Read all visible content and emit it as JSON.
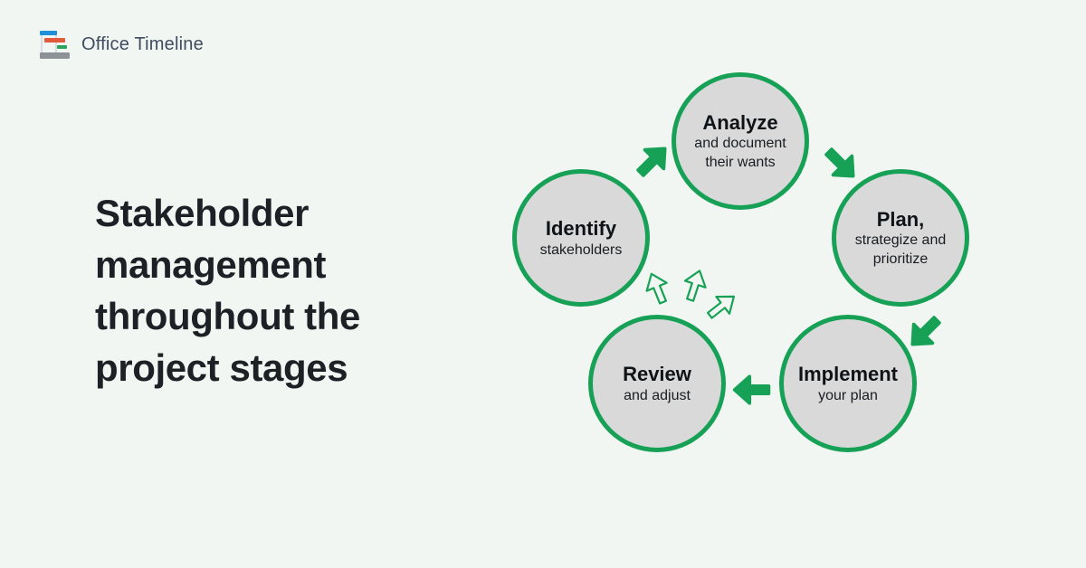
{
  "colors": {
    "background": "#f1f6f2",
    "accent_green": "#16a156",
    "circle_fill": "#d9d9d9",
    "headline_text": "#1d2126",
    "logo_text": "#3f4d5f",
    "logo_blue": "#1d90d8",
    "logo_orange": "#e25a3c",
    "logo_green": "#2aa45a",
    "logo_gray": "#8d9296"
  },
  "logo": {
    "name": "Office Timeline",
    "icon": "gantt-chart-icon"
  },
  "headline": {
    "line1": "Stakeholder",
    "line2": "management",
    "line3": "throughout the",
    "line4": "project stages"
  },
  "diagram": {
    "type": "cycle",
    "steps": [
      {
        "title": "Identify",
        "subtitle": "stakeholders"
      },
      {
        "title": "Analyze",
        "subtitle": "and document their wants"
      },
      {
        "title": "Plan,",
        "subtitle": "strategize and prioritize"
      },
      {
        "title": "Implement",
        "subtitle": "your plan"
      },
      {
        "title": "Review",
        "subtitle": "and adjust"
      }
    ],
    "arrows": [
      "identify-to-analyze (up-right)",
      "analyze-to-plan (down-right)",
      "plan-to-implement (down-left)",
      "implement-to-review (left)",
      "review-to-identify rotation (three outline arrows fanning up-right)"
    ]
  }
}
